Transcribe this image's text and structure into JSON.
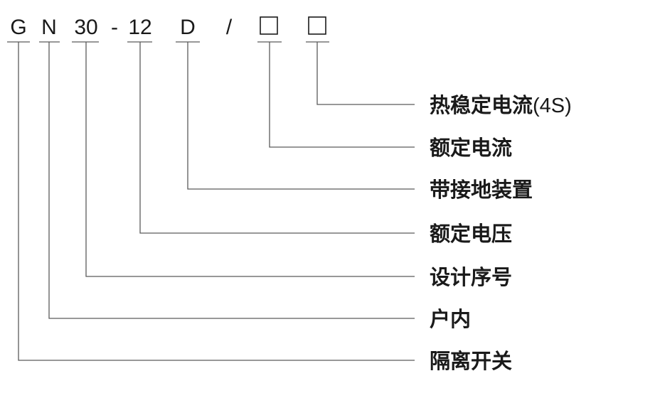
{
  "model_code": {
    "segments": [
      {
        "id": "G",
        "text": "G"
      },
      {
        "id": "N",
        "text": "N"
      },
      {
        "id": "30",
        "text": "30"
      },
      {
        "id": "dash",
        "text": "-"
      },
      {
        "id": "12",
        "text": "12"
      },
      {
        "id": "D",
        "text": "D"
      },
      {
        "id": "slash",
        "text": "/"
      },
      {
        "id": "box1",
        "text": "□"
      },
      {
        "id": "box2",
        "text": "□"
      }
    ]
  },
  "legend": [
    {
      "label": "热稳定电流",
      "note": "(4S)"
    },
    {
      "label": "额定电流",
      "note": ""
    },
    {
      "label": "带接地装置",
      "note": ""
    },
    {
      "label": "额定电压",
      "note": ""
    },
    {
      "label": "设计序号",
      "note": ""
    },
    {
      "label": "户内",
      "note": ""
    },
    {
      "label": "隔离开关",
      "note": ""
    }
  ]
}
